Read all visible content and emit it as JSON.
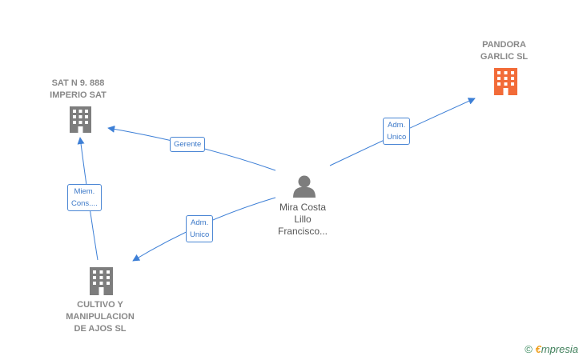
{
  "colors": {
    "edge": "#3d7fd6",
    "building_gray": "#7d7d7d",
    "building_highlight": "#f26b38",
    "person": "#7d7d7d"
  },
  "nodes": {
    "sat": {
      "label": "SAT N 9. 888\nIMPERIO SAT",
      "icon": "building-icon"
    },
    "pandora": {
      "label": "PANDORA\nGARLIC  SL",
      "icon": "building-icon"
    },
    "cultivo": {
      "label": "CULTIVO Y\nMANIPULACION\nDE AJOS SL",
      "icon": "building-icon"
    },
    "person": {
      "label": "Mira Costa\nLillo\nFrancisco...",
      "icon": "person-icon"
    }
  },
  "edges": {
    "gerente": "Gerente",
    "adm_pandora": "Adm.\nUnico",
    "adm_cultivo": "Adm.\nUnico",
    "miem": "Miem.\nCons...."
  },
  "watermark": {
    "copyright": "©",
    "brand_e": "€",
    "brand_rest": "mpresia"
  }
}
